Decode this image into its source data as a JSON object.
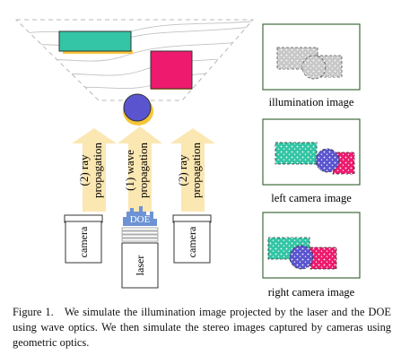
{
  "figure": {
    "arrows": {
      "left": {
        "num": "(2) ray",
        "word": "propagation"
      },
      "middle": {
        "num": "(1) wave",
        "word": "propagation"
      },
      "right": {
        "num": "(2) ray",
        "word": "propagation"
      }
    },
    "components": {
      "camera_left": "camera",
      "camera_right": "camera",
      "doe": "DOE",
      "laser": "laser"
    },
    "panels": {
      "illumination": "illumination image",
      "left_camera": "left camera image",
      "right_camera": "right camera image"
    },
    "colors": {
      "teal": "#33c5a5",
      "pink": "#ee1a6e",
      "purple": "#5a55cf",
      "yellow": "#f6c63a",
      "arrow": "#fbe7b2",
      "doe_blue": "#6d93d4",
      "panel_border": "#3f6b3c",
      "gray": "#c8c8c8"
    }
  },
  "caption": {
    "label": "Figure 1.",
    "text": "We simulate the illumination image projected by the laser and the DOE using wave optics. We then simulate the stereo images captured by cameras using geometric optics."
  }
}
